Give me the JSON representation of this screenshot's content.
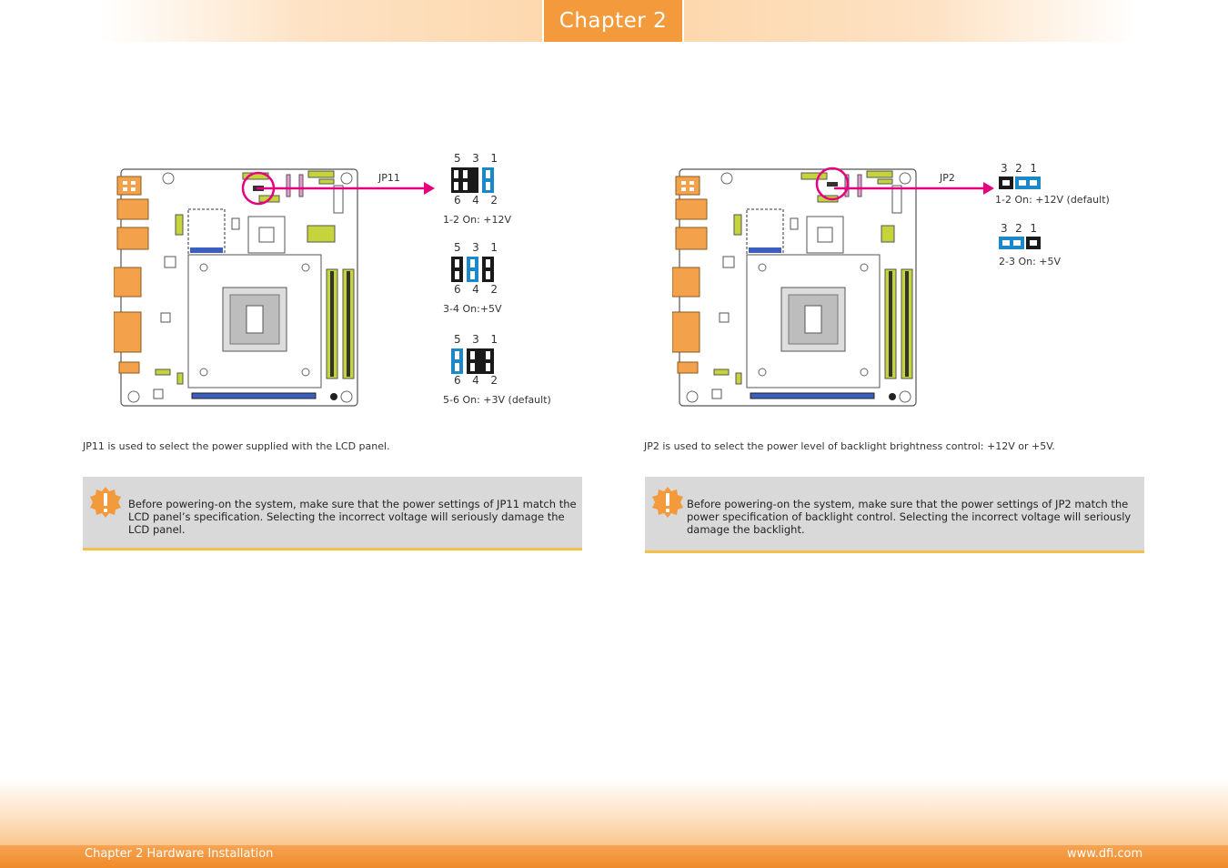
{
  "header": {
    "chapter_label": "Chapter 2"
  },
  "footer": {
    "left": "Chapter 2 Hardware Installation",
    "right": "www.dfi.com"
  },
  "left_panel": {
    "jumper_name": "JP11",
    "settings": [
      {
        "pins_top": [
          "5",
          "3",
          "1"
        ],
        "pins_bottom": [
          "6",
          "4",
          "2"
        ],
        "caption": "1-2 On: +12V",
        "active": "1-2"
      },
      {
        "pins_top": [
          "5",
          "3",
          "1"
        ],
        "pins_bottom": [
          "6",
          "4",
          "2"
        ],
        "caption": "3-4 On:+5V",
        "active": "3-4"
      },
      {
        "pins_top": [
          "5",
          "3",
          "1"
        ],
        "pins_bottom": [
          "6",
          "4",
          "2"
        ],
        "caption": "5-6 On: +3V (default)",
        "active": "5-6"
      }
    ],
    "description": "JP11 is used to select the power supplied with the LCD panel.",
    "note": "Before powering-on the system, make sure that the power settings of JP11 match the LCD panel’s specification. Selecting the incorrect voltage will seriously damage the LCD panel."
  },
  "right_panel": {
    "jumper_name": "JP2",
    "settings": [
      {
        "pins": [
          "3",
          "2",
          "1"
        ],
        "caption": "1-2 On: +12V (default)",
        "active": "1-2"
      },
      {
        "pins": [
          "3",
          "2",
          "1"
        ],
        "caption": "2-3 On: +5V",
        "active": "2-3"
      }
    ],
    "description": "JP2 is used to select the power level of backlight brightness control: +12V or +5V.",
    "note": "Before powering-on the system, make sure that the power settings of JP2 match the power specification of backlight control. Selecting the incorrect voltage will seriously damage the backlight."
  },
  "colors": {
    "accent": "#f39a3d",
    "magenta": "#e6007e",
    "jumper_blue": "#1a88c9",
    "jumper_black": "#1a1a1a",
    "board_orange": "#f3a14a",
    "board_green": "#c5d43a"
  }
}
